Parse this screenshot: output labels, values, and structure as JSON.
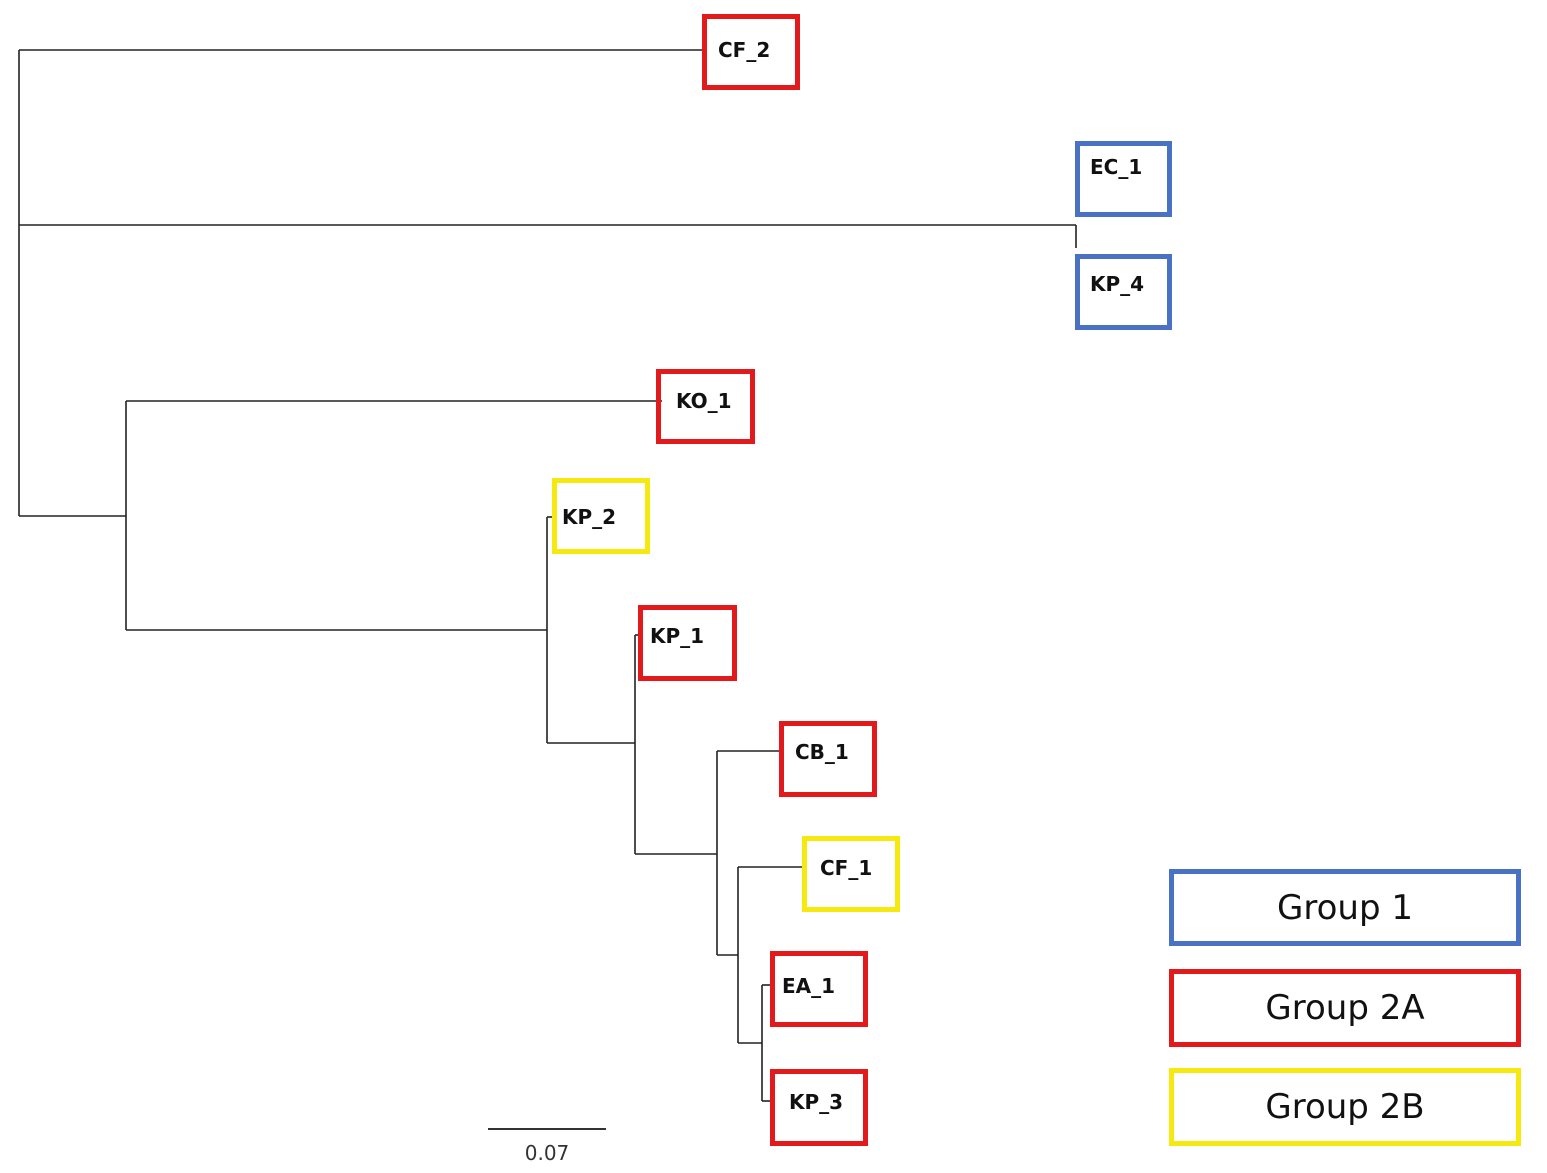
{
  "groups": [
    {
      "key": "g1",
      "label": "Group 1",
      "color": "#4a72c4"
    },
    {
      "key": "g2a",
      "label": "Group 2A",
      "color": "#e31a1c"
    },
    {
      "key": "g2b",
      "label": "Group 2B",
      "color": "#f5e90f"
    }
  ],
  "leaves": [
    {
      "id": "cf2",
      "label": "CF_2",
      "group": "g2a"
    },
    {
      "id": "ec1",
      "label": "EC_1",
      "group": "g1"
    },
    {
      "id": "kp4",
      "label": "KP_4",
      "group": "g1"
    },
    {
      "id": "ko1",
      "label": "KO_1",
      "group": "g2a"
    },
    {
      "id": "kp2",
      "label": "KP_2",
      "group": "g2b"
    },
    {
      "id": "kp1",
      "label": "KP_1",
      "group": "g2a"
    },
    {
      "id": "cb1",
      "label": "CB_1",
      "group": "g2a"
    },
    {
      "id": "cf1",
      "label": "CF_1",
      "group": "g2b"
    },
    {
      "id": "ea1",
      "label": "EA_1",
      "group": "g2a"
    },
    {
      "id": "kp3",
      "label": "KP_3",
      "group": "g2a"
    }
  ],
  "scale_bar": {
    "label": "0.07"
  }
}
